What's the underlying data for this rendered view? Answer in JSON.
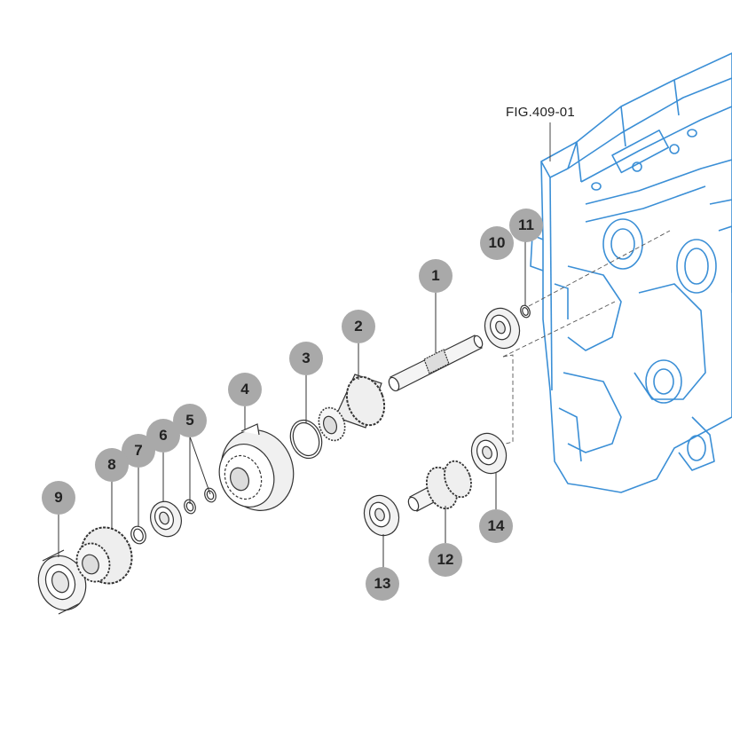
{
  "figure": {
    "label": "FIG.409-01"
  },
  "colors": {
    "housing": "#3b8fd6",
    "parts": "#333333",
    "callout_bg": "#a9a9a9",
    "callout_text": "#222222"
  },
  "callouts": {
    "c1": "1",
    "c2": "2",
    "c3": "3",
    "c4": "4",
    "c5": "5",
    "c6": "6",
    "c7": "7",
    "c8": "8",
    "c9": "9",
    "c10": "10",
    "c11": "11",
    "c12": "12",
    "c13": "13",
    "c14": "14"
  }
}
